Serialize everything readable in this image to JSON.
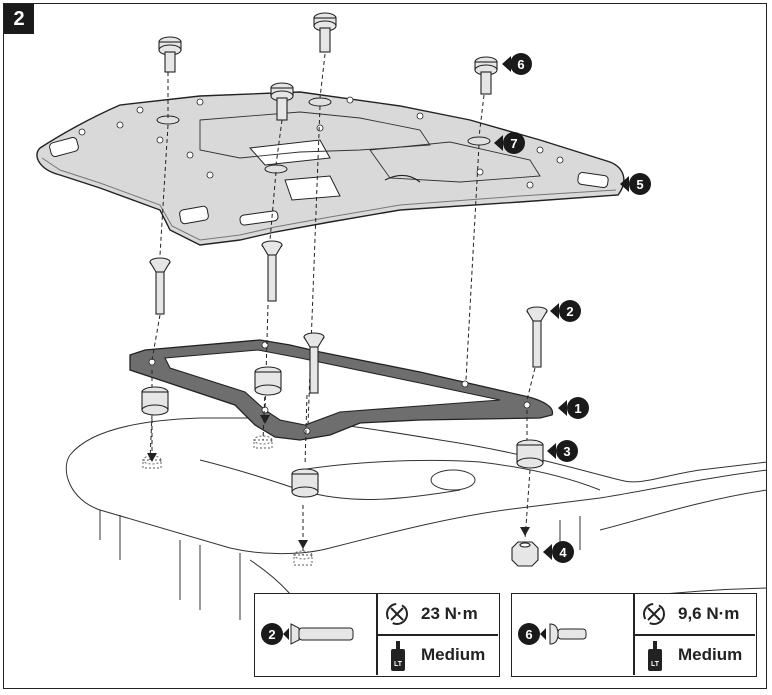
{
  "step": "2",
  "callouts": [
    "1",
    "2",
    "3",
    "4",
    "5",
    "6",
    "7"
  ],
  "legend": [
    {
      "part": "2",
      "torque": "23 N·m",
      "threadlock": "Medium"
    },
    {
      "part": "6",
      "torque": "9,6 N·m",
      "threadlock": "Medium"
    }
  ],
  "icons": {
    "torque": "torque-wrench-icon",
    "threadlock": "threadlocker-bottle-icon",
    "threadlock_label": "LT"
  },
  "colors": {
    "line": "#222222",
    "plate": "#d9d9d9",
    "adapter": "#6e6e6e"
  }
}
